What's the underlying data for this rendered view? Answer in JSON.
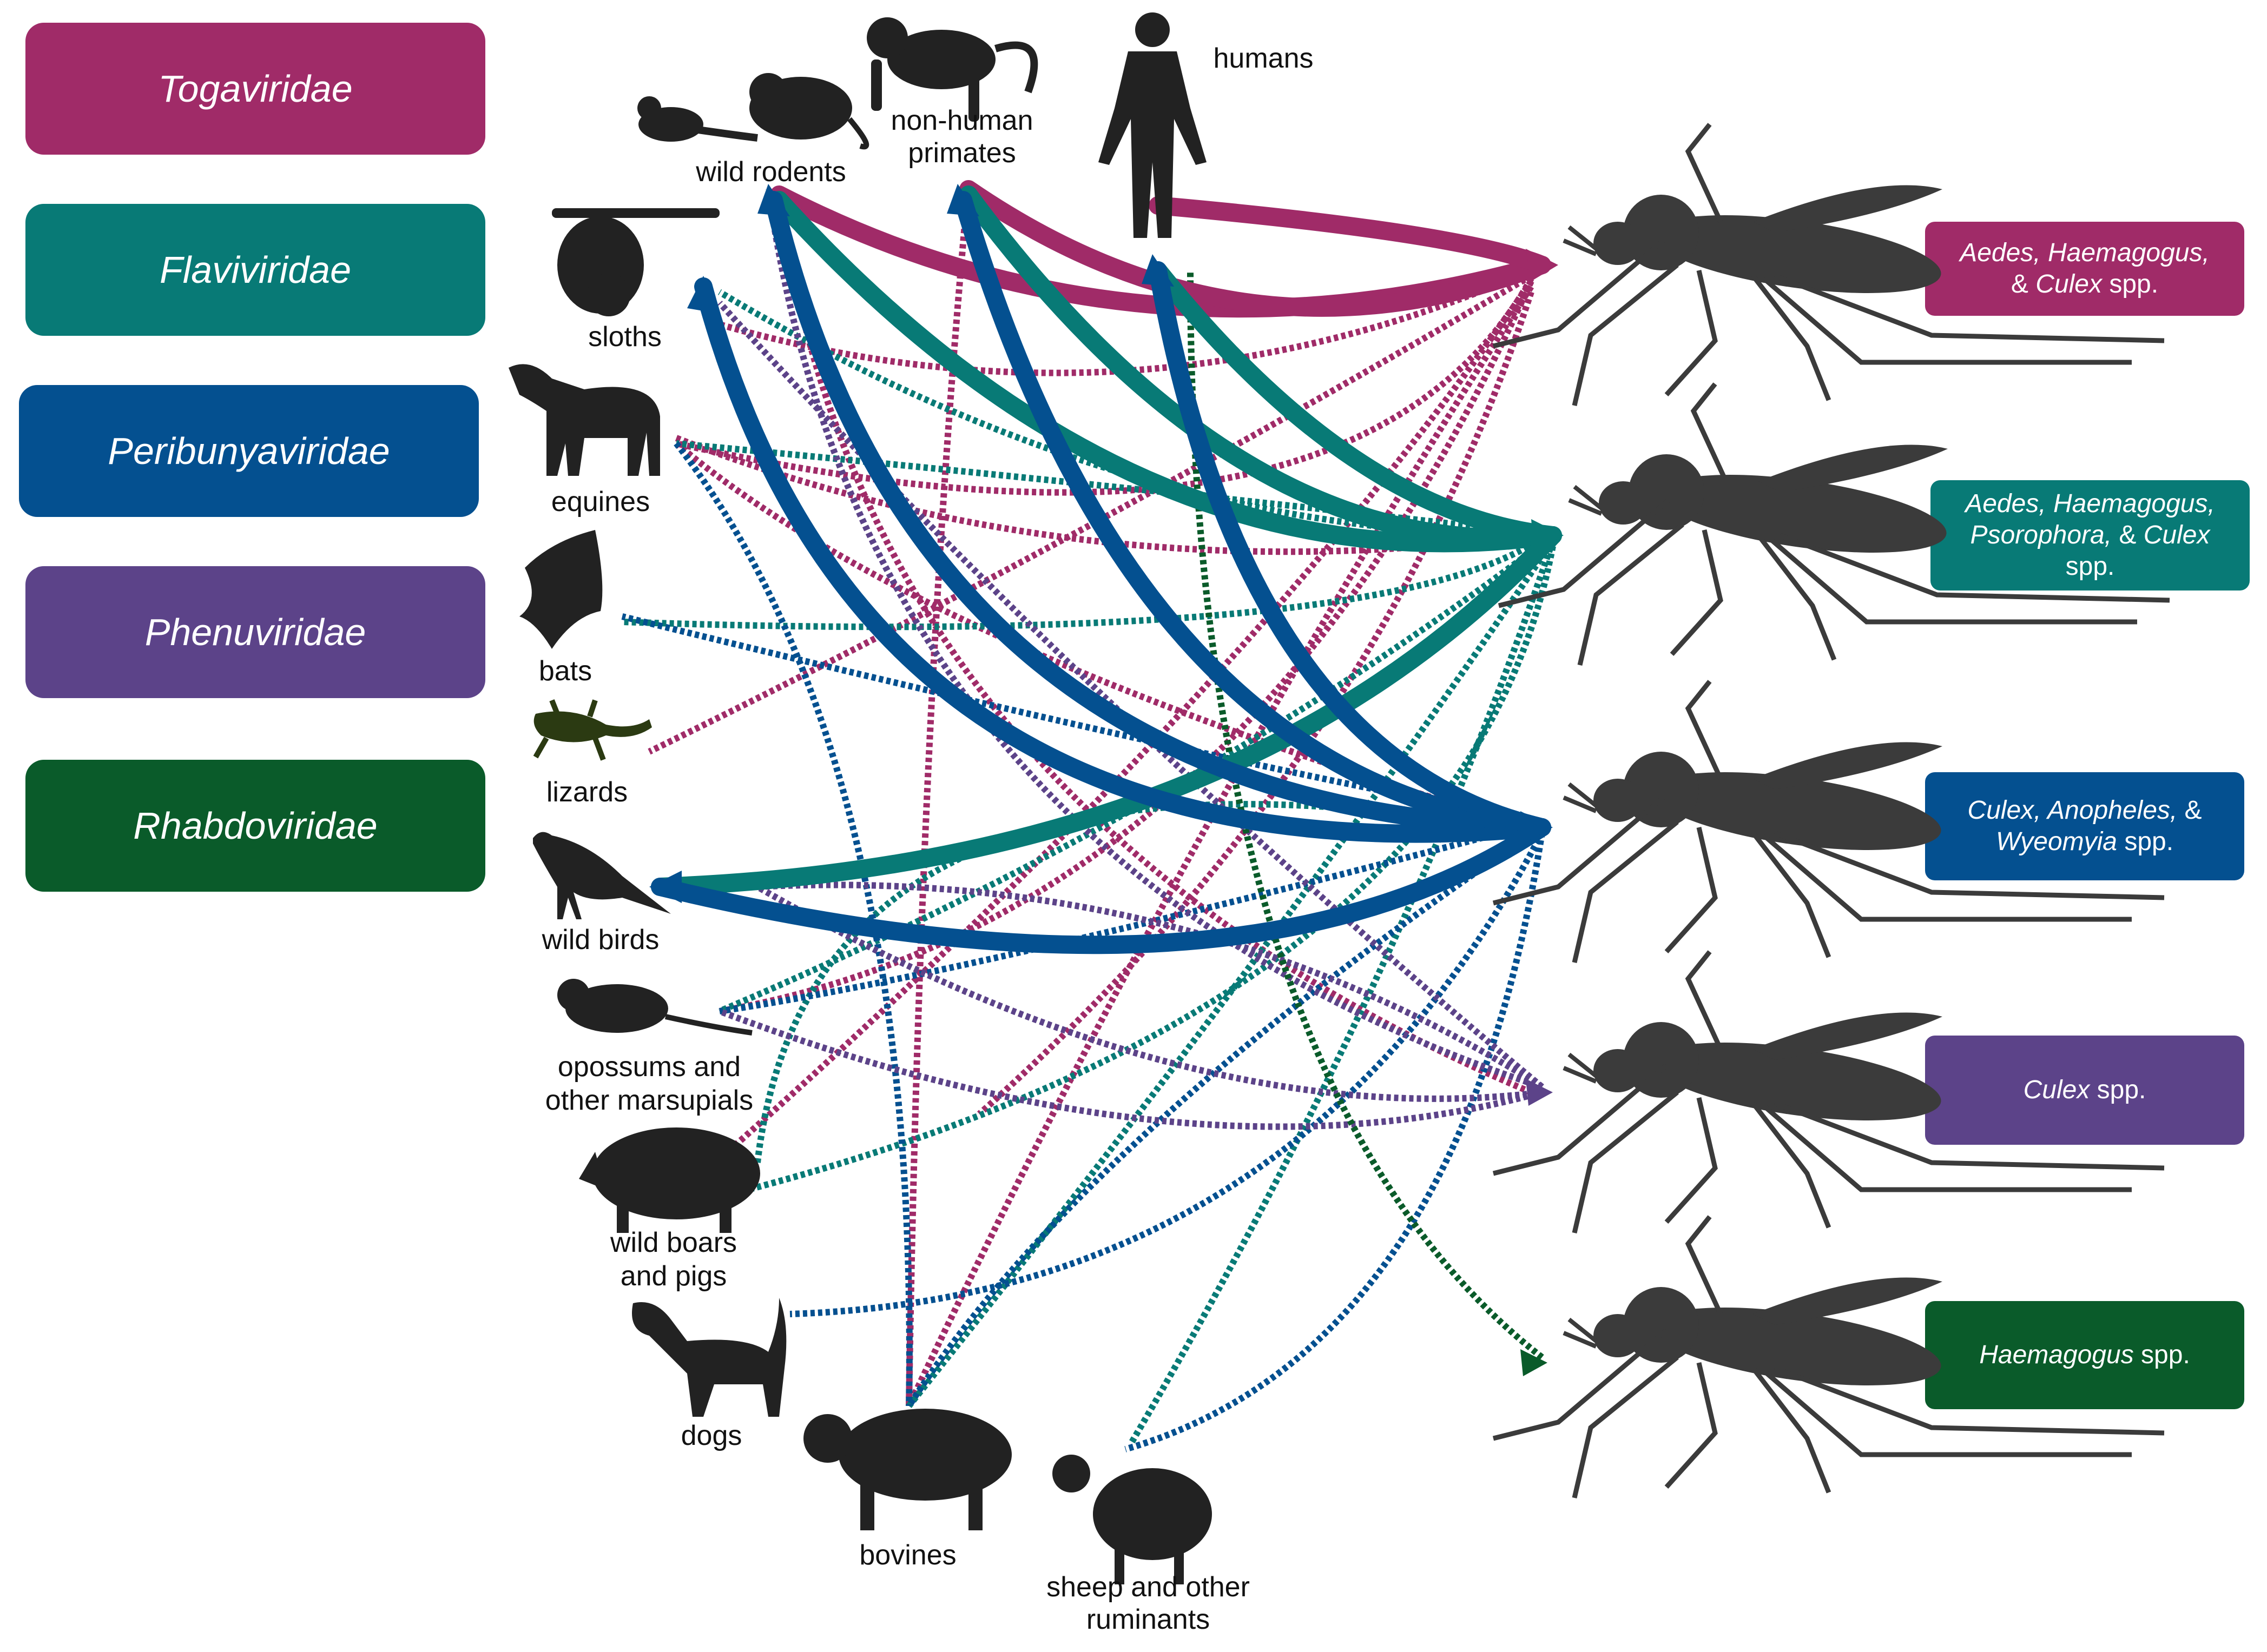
{
  "colors": {
    "togaviridae": "#A02B68",
    "flaviviridae": "#087A76",
    "peribunyaviridae": "#045090",
    "phenuviridae": "#5C4389",
    "rhabdoviridae": "#0A5B2A",
    "silhouette": "#3B3B3B"
  },
  "families": [
    {
      "name": "Togaviridae",
      "color": "#A02B68"
    },
    {
      "name": "Flaviviridae",
      "color": "#087A76"
    },
    {
      "name": "Peribunyaviridae",
      "color": "#045090"
    },
    {
      "name": "Phenuviridae",
      "color": "#5C4389"
    },
    {
      "name": "Rhabdoviridae",
      "color": "#0A5B2A"
    }
  ],
  "hosts": {
    "wild_rodents": "wild rodents",
    "nhp_1": "non-human",
    "nhp_2": "primates",
    "humans": "humans",
    "sloths": "sloths",
    "equines": "equines",
    "bats": "bats",
    "lizards": "lizards",
    "wild_birds": "wild birds",
    "opossums_1": "opossums and",
    "opossums_2": "other marsupials",
    "boars_1": "wild boars",
    "boars_2": "and pigs",
    "dogs": "dogs",
    "bovines": "bovines",
    "sheep_1": "sheep and other",
    "sheep_2": "ruminants"
  },
  "vectors": {
    "toga": {
      "l1_genus": "Aedes, Haemagogus,",
      "l2_pre": "& ",
      "l2_genus": "Culex",
      "l2_post": " spp."
    },
    "flavi": {
      "l1_genus": "Aedes, Haemagogus,",
      "l2_genus": "Psorophora,",
      "l2_mid": " & ",
      "l2_genus2": "Culex",
      "l3": "spp."
    },
    "peri": {
      "l1_genus": "Culex, Anopheles,",
      "l1_post": " &",
      "l2_genus": "Wyeomyia",
      "l2_post": " spp."
    },
    "phenu": {
      "l1_genus": "Culex",
      "l1_post": " spp."
    },
    "rhabdo": {
      "l1_genus": "Haemagogus",
      "l1_post": " spp."
    }
  }
}
